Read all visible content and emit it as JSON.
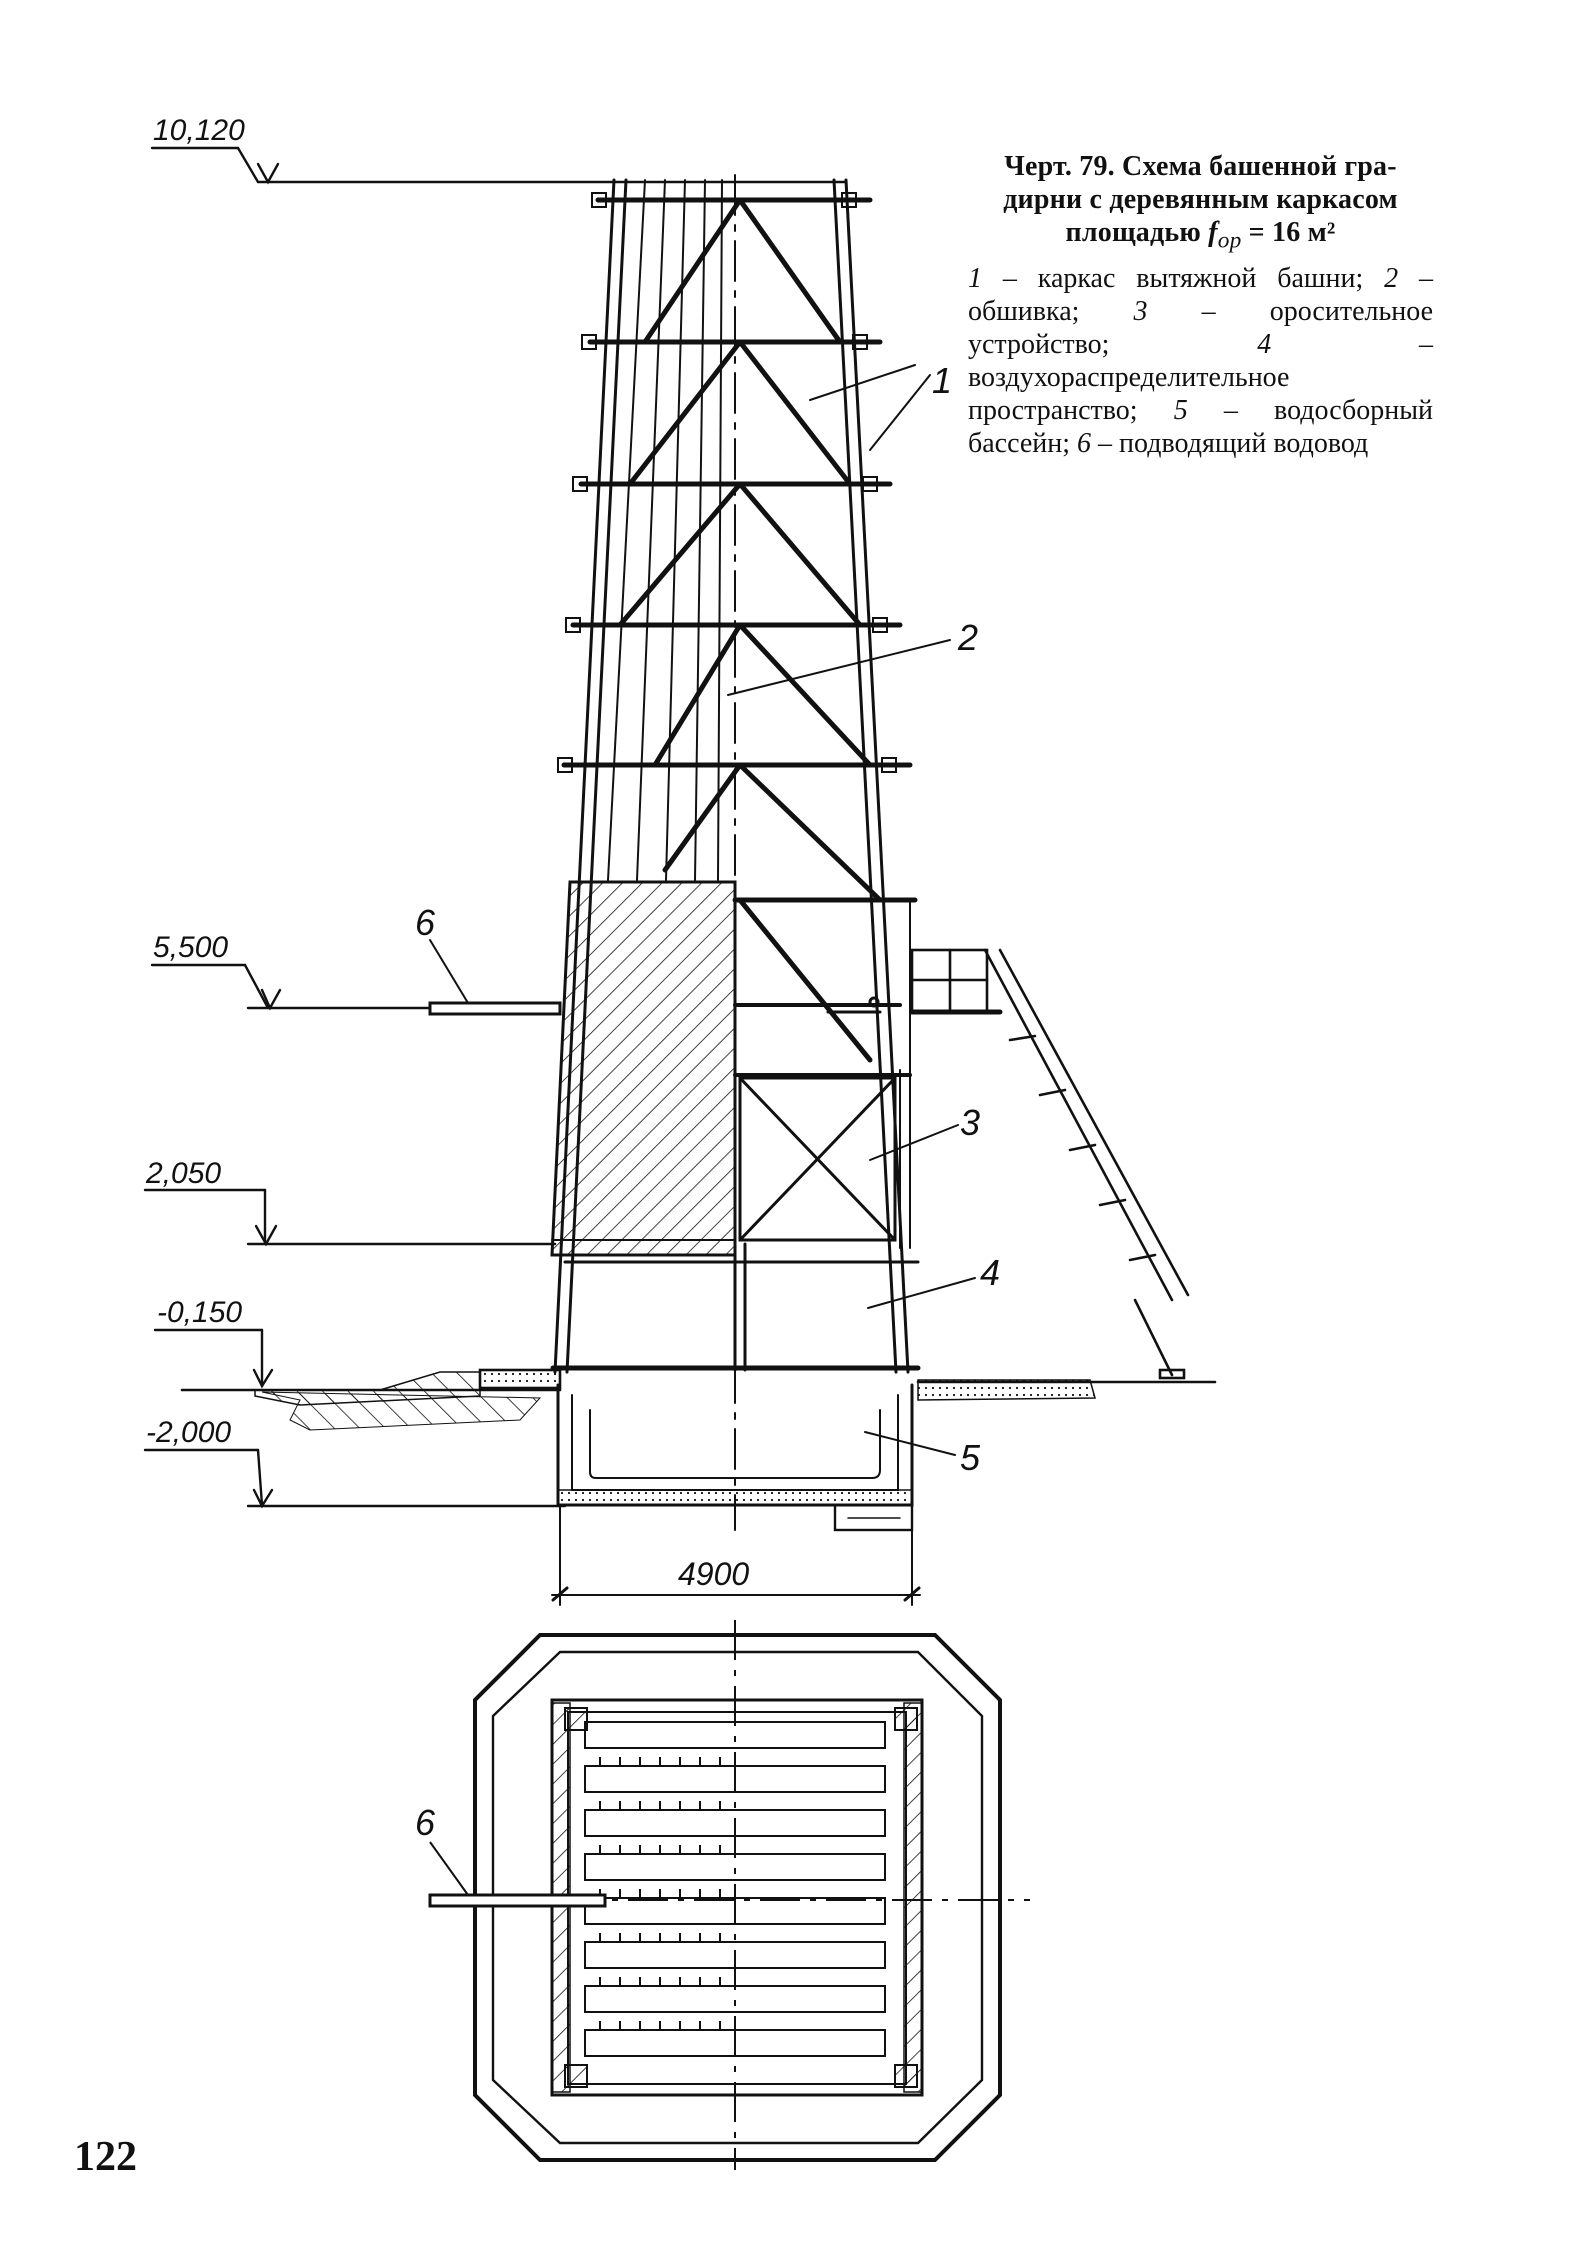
{
  "caption": {
    "title_lines": [
      "Черт. 79. Схема башенной гра-",
      "дирни с деревянным каркасом",
      "площадью"
    ],
    "f_symbol": "f",
    "f_subscript": "ор",
    "area_value": "= 16 м²",
    "legend": [
      {
        "num": "1",
        "text": " – каркас вытяжной башни; "
      },
      {
        "num": "2",
        "text": " – обшивка; "
      },
      {
        "num": "3",
        "text": " – оросительное устройство; "
      },
      {
        "num": "4",
        "text": " – воздухораспределительное пространство; "
      },
      {
        "num": "5",
        "text": " – водосборный бассейн; "
      },
      {
        "num": "6",
        "text": " – подводящий водовод"
      }
    ]
  },
  "elevations": [
    "10,120",
    "5,500",
    "2,050",
    "-0,150",
    "-2,000"
  ],
  "dimension": "4900",
  "callouts": [
    "1",
    "2",
    "3",
    "4",
    "5",
    "6",
    "6"
  ],
  "page_number": "122",
  "colors": {
    "ink": "#111111",
    "paper": "#ffffff"
  }
}
